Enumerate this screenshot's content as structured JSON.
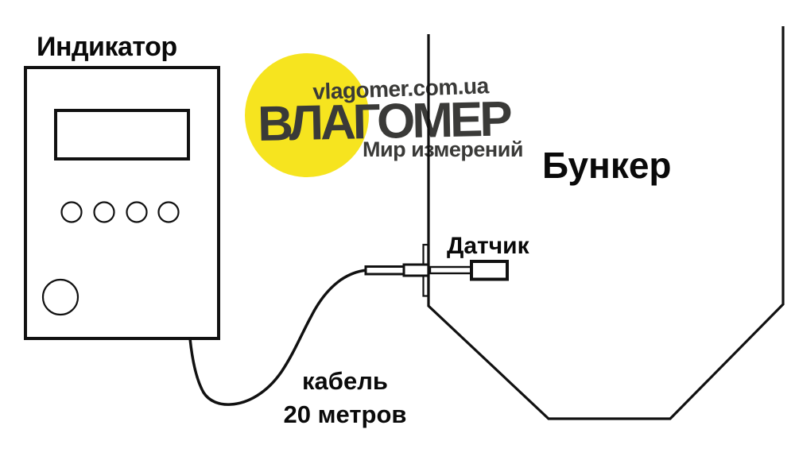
{
  "page": {
    "background_color": "#ffffff",
    "line_color": "#111111"
  },
  "labels": {
    "indicator": "Индикатор",
    "bunker": "Бункер",
    "sensor": "Датчик",
    "cable": "кабель",
    "cable_length": "20 метров"
  },
  "logo": {
    "domain": "vlagomer.com.ua",
    "brand": "ВЛАГОМЕР",
    "tagline": "Мир измерений",
    "badge_color": "#F6E41F",
    "text_color": "#3A3A38"
  }
}
